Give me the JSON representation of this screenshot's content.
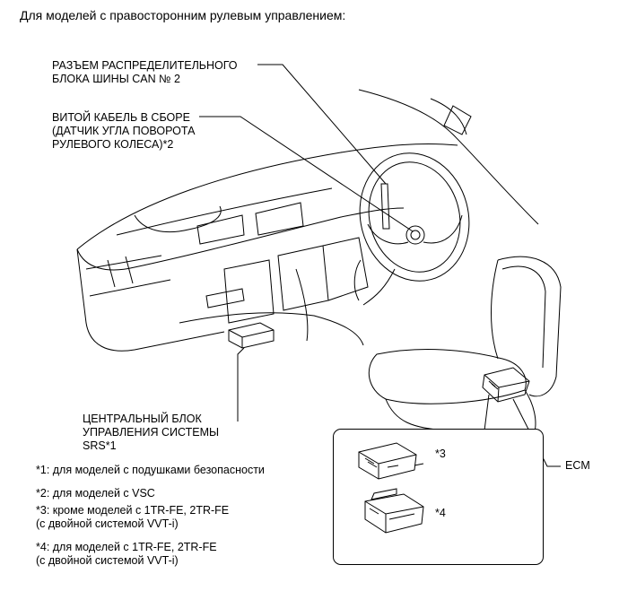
{
  "title": "Для моделей с правосторонним рулевым управлением:",
  "labels": {
    "can_connector": [
      "РАЗЪЕМ РАСПРЕДЕЛИТЕЛЬНОГО",
      "БЛОКА ШИНЫ CAN № 2"
    ],
    "spiral_cable": [
      "ВИТОЙ КАБЕЛЬ В СБОРЕ",
      "(ДАТЧИК УГЛА ПОВОРОТА",
      "РУЛЕВОГО КОЛЕСА)*2"
    ],
    "srs_unit": [
      "ЦЕНТРАЛЬНЫЙ БЛОК",
      "УПРАВЛЕНИЯ СИСТЕМЫ",
      "SRS*1"
    ],
    "ecm": "ECM",
    "inset_3": "*3",
    "inset_4": "*4"
  },
  "notes": [
    [
      "*1: для моделей с подушками безопасности"
    ],
    [
      "*2: для моделей с VSC"
    ],
    [
      "*3: кроме моделей с 1TR-FE, 2TR-FE",
      "(с двойной системой VVT-i)"
    ],
    [
      "*4: для моделей с 1TR-FE, 2TR-FE",
      "(с двойной системой VVT-i)"
    ]
  ]
}
